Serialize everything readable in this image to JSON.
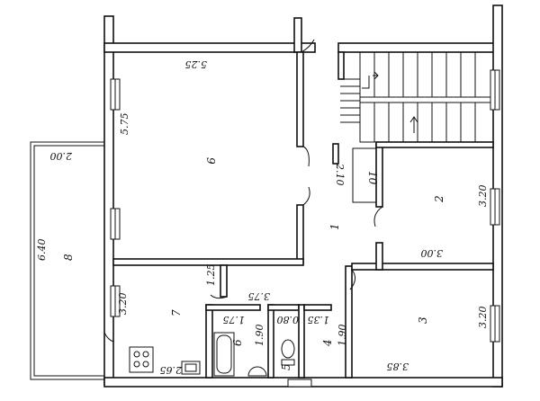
{
  "rooms": [
    {
      "number": "9",
      "dims": [
        "5.25",
        "5.75"
      ]
    },
    {
      "number": "8",
      "dims": [
        "2.00",
        "6.40"
      ]
    },
    {
      "number": "7",
      "dims": [
        "3.20",
        "2.65"
      ]
    },
    {
      "number": "6",
      "dims": [
        "1.75",
        "1.90"
      ]
    },
    {
      "number": "5",
      "dims": [
        "0.80"
      ]
    },
    {
      "number": "4",
      "dims": [
        "1.35",
        "1.90"
      ]
    },
    {
      "number": "3",
      "dims": [
        "3.20",
        "3.85"
      ]
    },
    {
      "number": "2",
      "dims": [
        "3.20",
        "3.00"
      ]
    },
    {
      "number": "1",
      "dims": [
        "2.10",
        "3.75",
        "1.25"
      ]
    }
  ],
  "closet_label": "10"
}
